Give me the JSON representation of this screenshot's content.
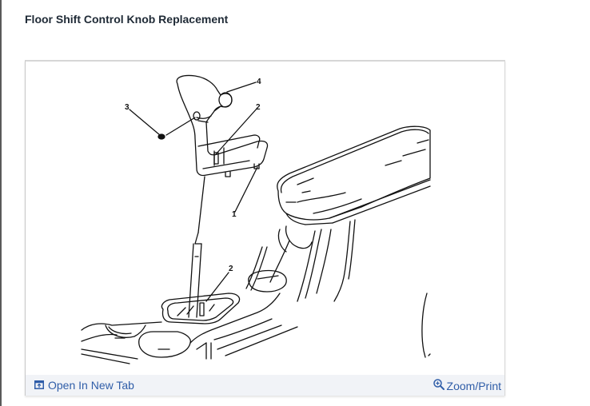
{
  "page": {
    "title": "Floor Shift Control Knob Replacement"
  },
  "figure": {
    "alt": "Floor shift control knob exploded view diagram",
    "callouts": [
      {
        "id": "callout-1",
        "label": "1"
      },
      {
        "id": "callout-2a",
        "label": "2"
      },
      {
        "id": "callout-2b",
        "label": "2"
      },
      {
        "id": "callout-3",
        "label": "3"
      },
      {
        "id": "callout-4",
        "label": "4"
      }
    ],
    "footer": {
      "open_new_tab_label": "Open In New Tab",
      "open_new_tab_icon": "open-in-new-tab-icon",
      "zoom_print_label": "Zoom/Print",
      "zoom_print_icon": "zoom-in-icon"
    }
  },
  "colors": {
    "link": "#2f5da8",
    "footer_bg": "#f1f3f7",
    "title": "#1f2a36"
  }
}
